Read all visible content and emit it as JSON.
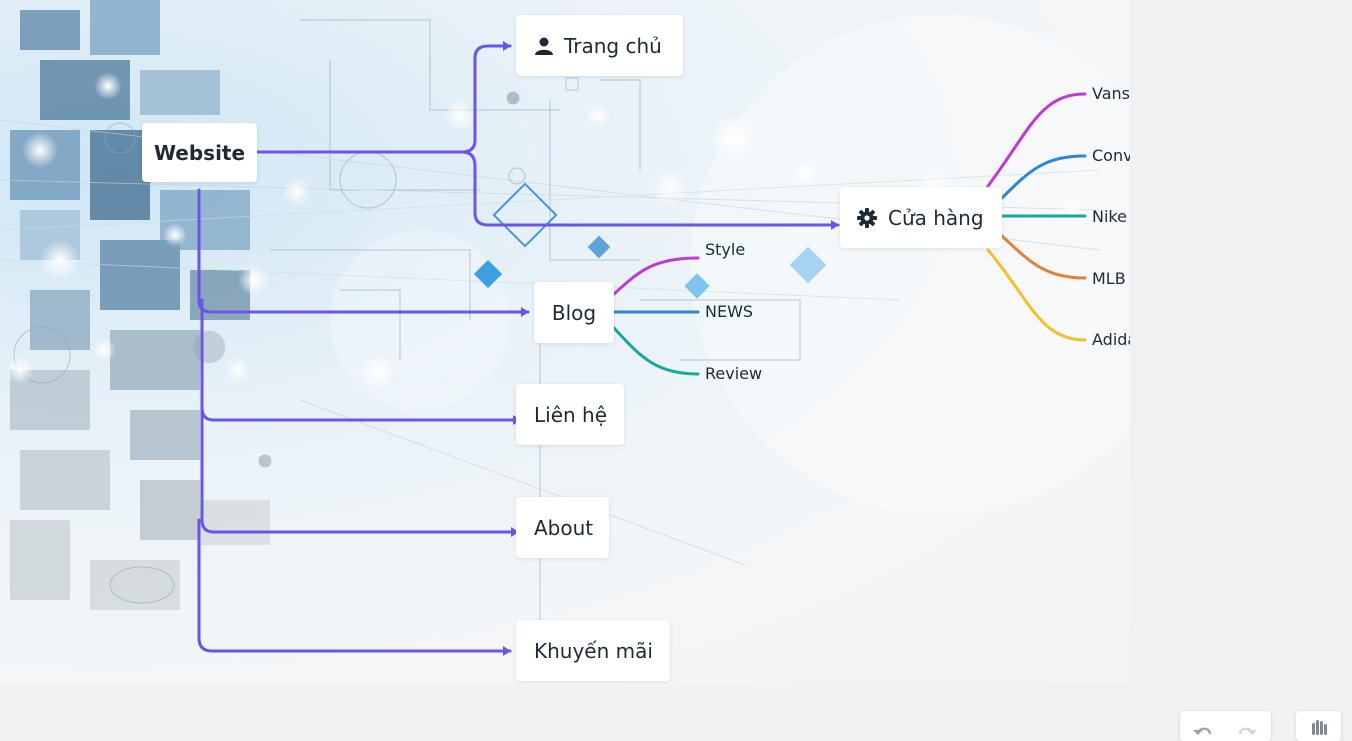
{
  "diagram": {
    "root": {
      "label": "Website"
    },
    "branches": [
      {
        "id": "trang-chu",
        "label": "Trang chủ",
        "icon": "user-icon"
      },
      {
        "id": "cua-hang",
        "label": "Cửa hàng",
        "icon": "gear-icon"
      },
      {
        "id": "blog",
        "label": "Blog"
      },
      {
        "id": "lien-he",
        "label": "Liên hệ"
      },
      {
        "id": "about",
        "label": "About"
      },
      {
        "id": "khuyen-mai",
        "label": "Khuyến mãi"
      }
    ],
    "blog_children": [
      {
        "label": "Style",
        "color": "#c03ad1"
      },
      {
        "label": "NEWS",
        "color": "#2f86d6"
      },
      {
        "label": "Review",
        "color": "#16a99a"
      }
    ],
    "shop_children": [
      {
        "label": "Vans",
        "color": "#c03ad1"
      },
      {
        "label": "Converse",
        "color": "#2f86d6"
      },
      {
        "label": "Nike",
        "color": "#16a99a"
      },
      {
        "label": "MLB",
        "color": "#e5812f"
      },
      {
        "label": "Adidas",
        "color": "#f4c02a"
      }
    ],
    "connector_color": "#6a55e8"
  },
  "toolbar": {
    "undo_icon": "undo-icon",
    "redo_icon": "redo-icon",
    "hand_icon": "hand-icon"
  }
}
